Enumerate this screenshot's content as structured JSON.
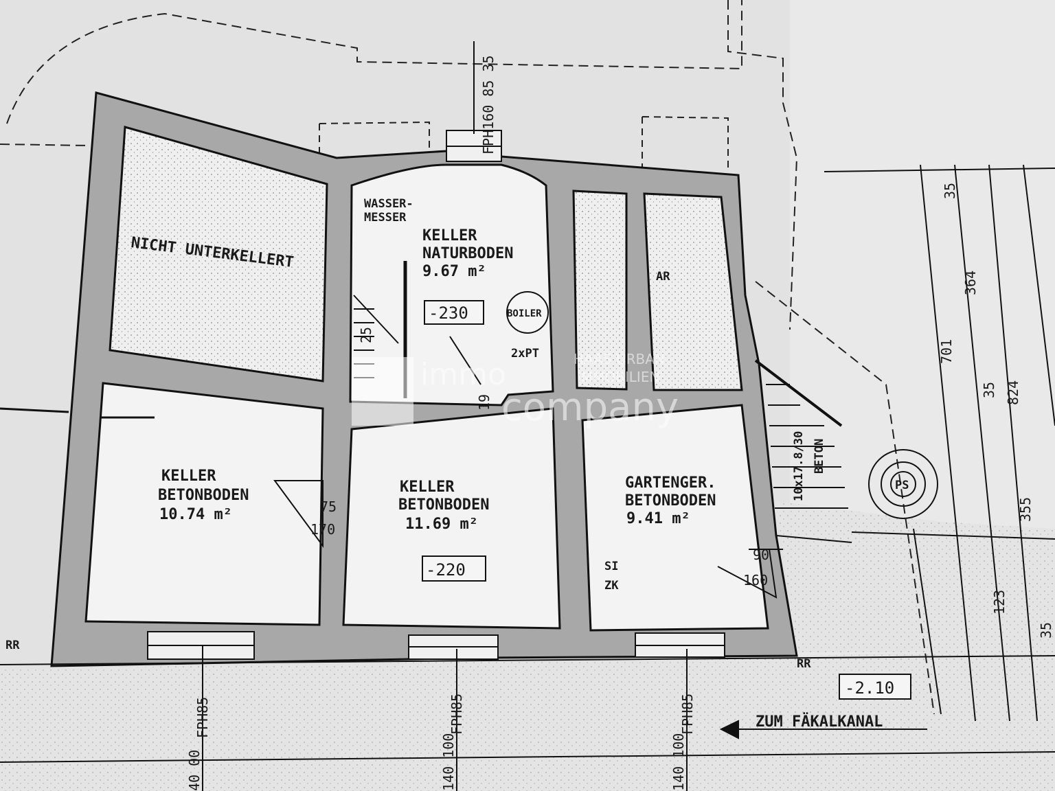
{
  "rooms": {
    "nicht_unterkellert": "NICHT UNTERKELLERT",
    "keller_naturboden": {
      "line1": "KELLER",
      "line2": "NATURBODEN",
      "area": "9.67 m²",
      "level": "-230"
    },
    "keller_links": {
      "line1": "KELLER",
      "line2": "BETONBODEN",
      "area": "10.74 m²"
    },
    "keller_mitte": {
      "line1": "KELLER",
      "line2": "BETONBODEN",
      "area": "11.69 m²",
      "level": "-220"
    },
    "gartengeraete": {
      "line1": "GARTENGER.",
      "line2": "BETONBODEN",
      "area": "9.41 m²"
    }
  },
  "labels": {
    "wassermesser_1": "WASSER-",
    "wassermesser_2": "MESSER",
    "boiler": "BOILER",
    "pt": "2xPT",
    "ar": "AR",
    "rr_left": "RR",
    "rr_right": "RR",
    "si": "SI",
    "zk": "ZK",
    "beton": "BETON",
    "stair": "10x17.8/30",
    "ps": "PS",
    "zum_faekalkanal": "ZUM FÄKALKANAL",
    "level_outside": "-2.10"
  },
  "dimensions": {
    "top_window": "FPH160 85 35",
    "bottom_windows": [
      "FPH85",
      "FPH85",
      "FPH85"
    ],
    "bottom_window_sizes": [
      "40 00",
      "140 100",
      "140 100"
    ],
    "door_left": [
      "75",
      "170"
    ],
    "door_right": [
      "90",
      "160"
    ],
    "stair_small": [
      "25",
      "19"
    ],
    "right_side": [
      "35",
      "364",
      "701",
      "35",
      "824",
      "355",
      "123",
      "35"
    ]
  },
  "watermark": {
    "brand_top": "immo",
    "brand_bottom": "company",
    "agency_1": "HAAS URBAN",
    "agency_2": "IMMOBILIEN"
  }
}
